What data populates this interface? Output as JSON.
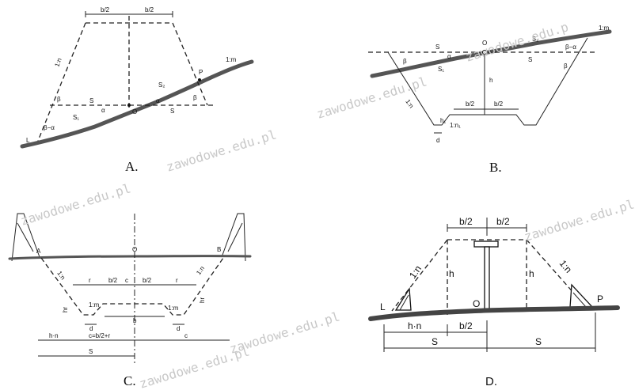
{
  "watermark": "zawodowe.edu.pl",
  "watermark_alt": "zawodowe.edu.p",
  "panel_a": {
    "caption": "A.",
    "labels": {
      "half_left": "b/2",
      "half_right": "b/2",
      "slope_n": "1:n",
      "slope_m": "1:m",
      "p": "P",
      "l": "L",
      "o": "O",
      "beta_left": "β",
      "beta_right": "β",
      "alpha_left": "α",
      "alpha_right": "α",
      "s_left": "S",
      "s_right": "S",
      "s1": "S₁",
      "s2": "S₂",
      "beta_minus_alpha": "β−α"
    }
  },
  "panel_b": {
    "caption": "B.",
    "labels": {
      "slope_m": "1:m",
      "s_top": "S",
      "o": "O",
      "s2": "S₂",
      "s_right": "S",
      "beta_left": "β",
      "alpha": "α",
      "s1": "S₁",
      "beta_minus_alpha": "β−α",
      "beta_right": "β",
      "h": "h",
      "slope_n": "1:n",
      "half_left": "b/2",
      "half_right": "b/2",
      "h1": "h₁",
      "slope_n1": "1:n₁",
      "d": "d"
    }
  },
  "panel_c": {
    "caption": "C.",
    "labels": {
      "a": "A",
      "o": "O",
      "b": "B",
      "slope_left": "1:n",
      "slope_right": "1:n",
      "r_left": "r",
      "half_left": "b/2",
      "c": "c",
      "half_right": "b/2",
      "r_right": "r",
      "slope_m_left": "1:m",
      "slope_m_right": "1:m",
      "hr_left": "hr",
      "hr_right": "hr",
      "d_left": "d",
      "b_bottom": "b",
      "d_right": "d",
      "hn": "h·n",
      "c_formula": "c=b/2+r",
      "c_right": "c",
      "s": "S"
    }
  },
  "panel_d": {
    "caption": "D.",
    "labels": {
      "half_left": "b/2",
      "half_right": "b/2",
      "slope_left": "1:n",
      "slope_right": "1:n",
      "h_left": "h",
      "h_right": "h",
      "l": "L",
      "o": "O",
      "p": "P",
      "hn": "h·n",
      "half_bottom": "b/2",
      "s_left": "S",
      "s_right": "S"
    }
  }
}
